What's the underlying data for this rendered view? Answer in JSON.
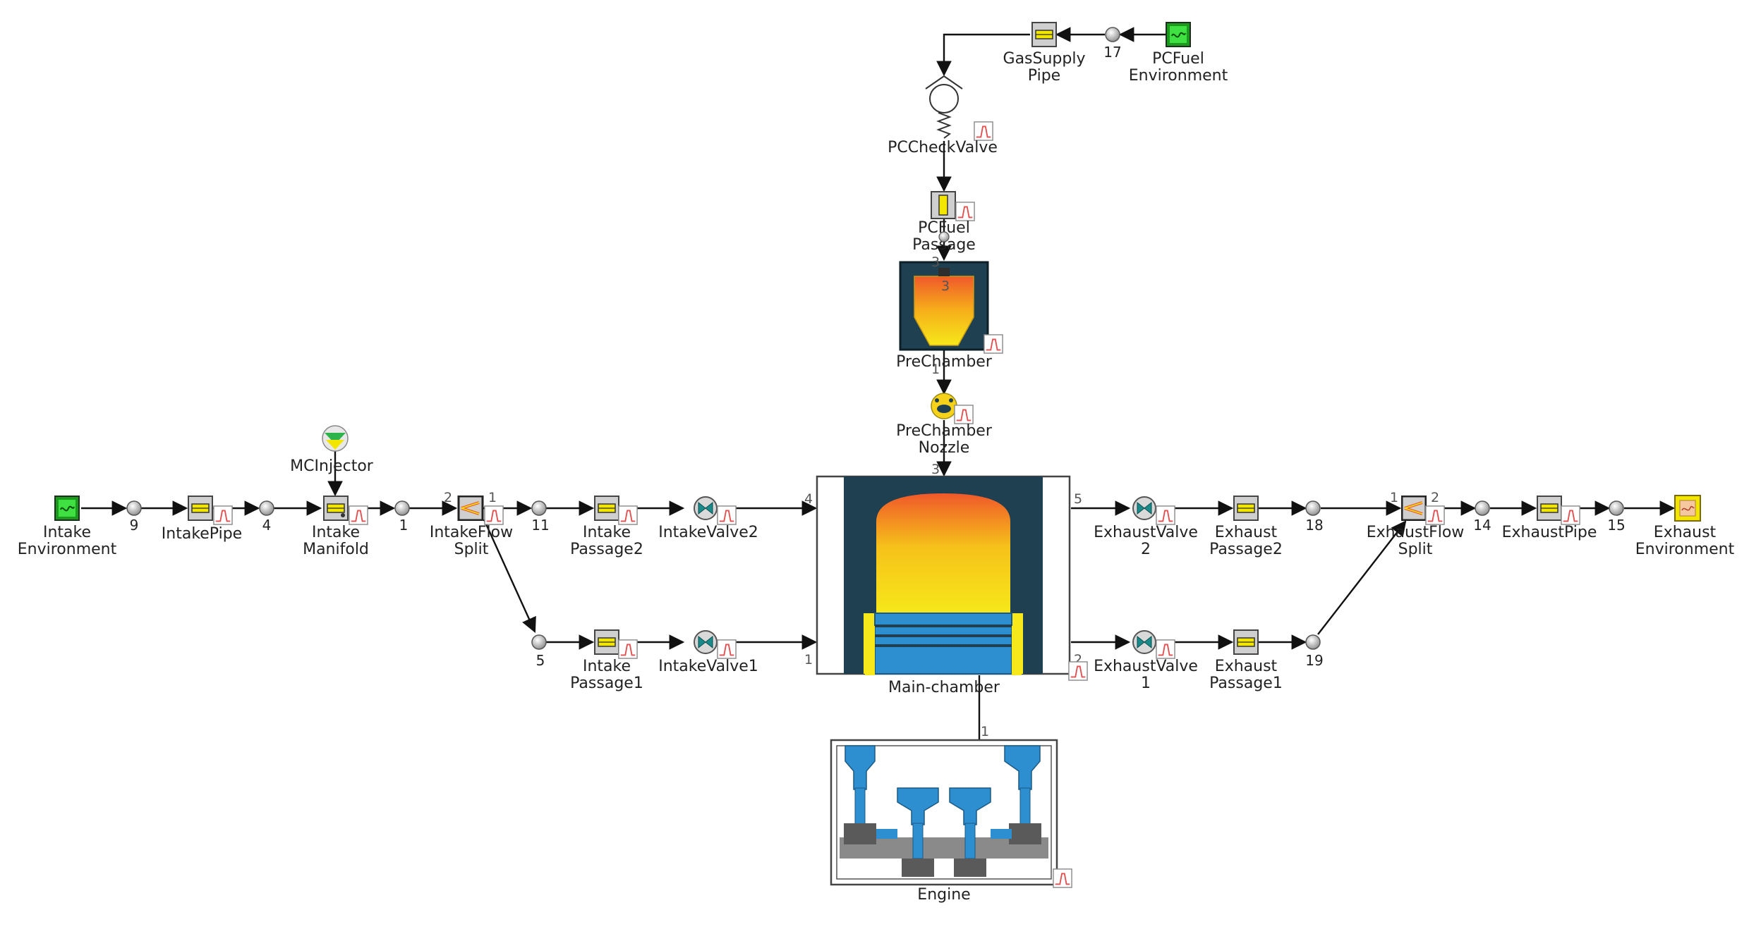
{
  "components": {
    "intake_env": [
      "Intake",
      "Environment"
    ],
    "intake_pipe": [
      "IntakePipe"
    ],
    "intake_manifold": [
      "Intake",
      "Manifold"
    ],
    "mc_injector": [
      "MCInjector"
    ],
    "intake_flow_split": [
      "IntakeFlow",
      "Split"
    ],
    "intake_passage2": [
      "Intake",
      "Passage2"
    ],
    "intake_valve2": [
      "IntakeValve2"
    ],
    "intake_passage1": [
      "Intake",
      "Passage1"
    ],
    "intake_valve1": [
      "IntakeValve1"
    ],
    "gas_supply_pipe": [
      "GasSupply",
      "Pipe"
    ],
    "pc_fuel_env": [
      "PCFuel",
      "Environment"
    ],
    "pc_check_valve": [
      "PCCheckValve"
    ],
    "pc_fuel_passage": [
      "PCFuel",
      "Passage"
    ],
    "prechamber": [
      "PreChamber"
    ],
    "prechamber_nozzle": [
      "PreChamber",
      "Nozzle"
    ],
    "main_chamber": [
      "Main-chamber"
    ],
    "engine": [
      "Engine"
    ],
    "exhaust_valve2": [
      "ExhaustValve",
      "2"
    ],
    "exhaust_passage2": [
      "Exhaust",
      "Passage2"
    ],
    "exhaust_valve1": [
      "ExhaustValve",
      "1"
    ],
    "exhaust_passage1": [
      "Exhaust",
      "Passage1"
    ],
    "exhaust_flow_split": [
      "ExhaustFlow",
      "Split"
    ],
    "exhaust_pipe": [
      "ExhaustPipe"
    ],
    "exhaust_env": [
      "Exhaust",
      "Environment"
    ]
  },
  "nodes": {
    "n9": "9",
    "n4": "4",
    "n1": "1",
    "n11": "11",
    "n5": "5",
    "n17": "17",
    "n18": "18",
    "n19": "19",
    "n14": "14",
    "n15": "15"
  },
  "ports": {
    "split_in": "2",
    "split_out": "1",
    "mc_top": "3",
    "mc_in2": "4",
    "mc_in1": "1",
    "mc_out5": "5",
    "mc_out2": "2",
    "mc_bottom": "1",
    "pc_top": "3",
    "pc_bottom": "1",
    "ex_split_in": "1",
    "ex_split_out": "2"
  },
  "colors": {
    "wire": "#111111",
    "env_green": "#27c32a",
    "pipe_yellow": "#f2e600",
    "chamber_dark": "#1f4050",
    "flame_top": "#f0582a",
    "flame_bottom": "#f6e81a",
    "piston_blue": "#2e8fd0",
    "valve_teal": "#1a8a8a",
    "part_gray": "#c8c8c8"
  },
  "icons": {
    "environment": "environment-icon",
    "pipe": "pipe-icon",
    "orifice_node": "node-icon",
    "valve": "valve-icon",
    "plot": "plot-icon",
    "injector": "injector-icon",
    "check_valve": "check-valve-icon",
    "flow_split": "flow-split-icon",
    "engine": "engine-icon"
  }
}
